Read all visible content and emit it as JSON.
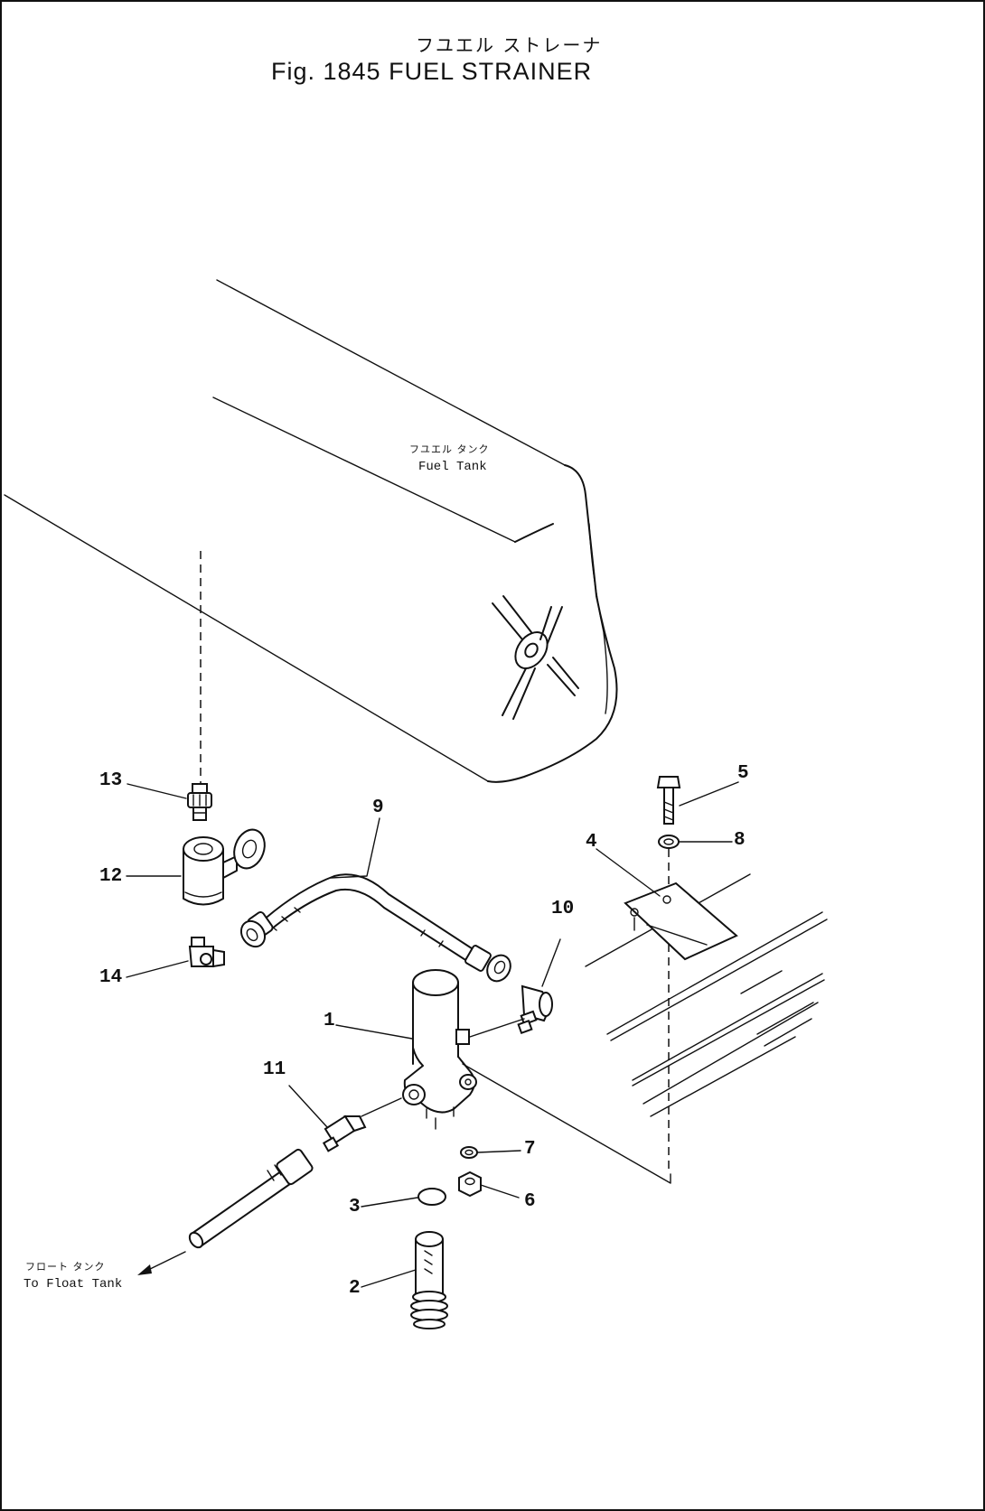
{
  "title": {
    "japanese": "フユエル ストレーナ",
    "english": "Fig. 1845   FUEL STRAINER"
  },
  "labels": {
    "fuel_tank_jp": "フユエル タンク",
    "fuel_tank_en": "Fuel Tank",
    "float_tank_jp": "フロート タンク",
    "float_tank_en": "To Float Tank"
  },
  "part_numbers": [
    "1",
    "2",
    "3",
    "4",
    "5",
    "6",
    "7",
    "8",
    "9",
    "10",
    "11",
    "12",
    "13",
    "14"
  ]
}
